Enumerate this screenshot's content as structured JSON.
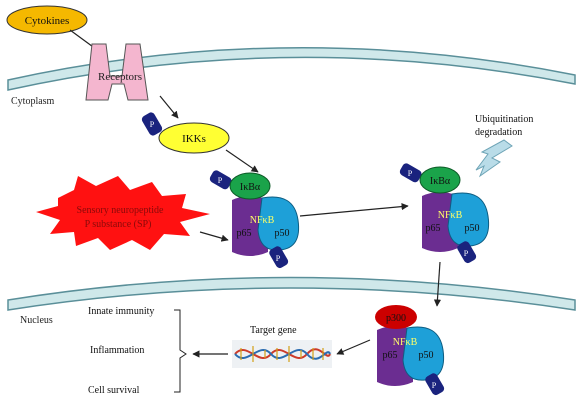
{
  "labels": {
    "cytokines": "Cytokines",
    "receptors": "Receptors",
    "cytoplasm": "Cytoplasm",
    "ikks": "IKKs",
    "ikba": "IκBα",
    "nfkb": "NFκB",
    "p65": "p65",
    "p50": "p50",
    "p": "P",
    "sensory_line1": "Sensory neuropeptide",
    "sensory_line2": "P substance (SP)",
    "ubiquitination_line1": "Ubiquitination",
    "ubiquitination_line2": "degradation",
    "p300": "p300",
    "nucleus": "Nucleus",
    "target_gene": "Target gene",
    "innate_immunity": "Innate immunity",
    "inflammation": "Inflammation",
    "cell_survival": "Cell survival"
  },
  "colors": {
    "membrane_fill": "#cfe8ea",
    "membrane_stroke": "#5a8f99",
    "cytokines": "#f5b800",
    "receptor": "#f4b6cf",
    "ikks": "#ffff33",
    "ikba": "#1aa34a",
    "p65": "#6b2d91",
    "p50": "#1ea0d8",
    "nfkb_text": "#ffff66",
    "phosphate": "#1a237e",
    "starburst": "#ff1111",
    "sensory_text": "#8a0a0a",
    "p300": "#cc0000",
    "lightning": "#b9dce8"
  },
  "icons": [
    "receptor-icon",
    "starburst-icon",
    "lightning-icon",
    "dna-icon"
  ]
}
